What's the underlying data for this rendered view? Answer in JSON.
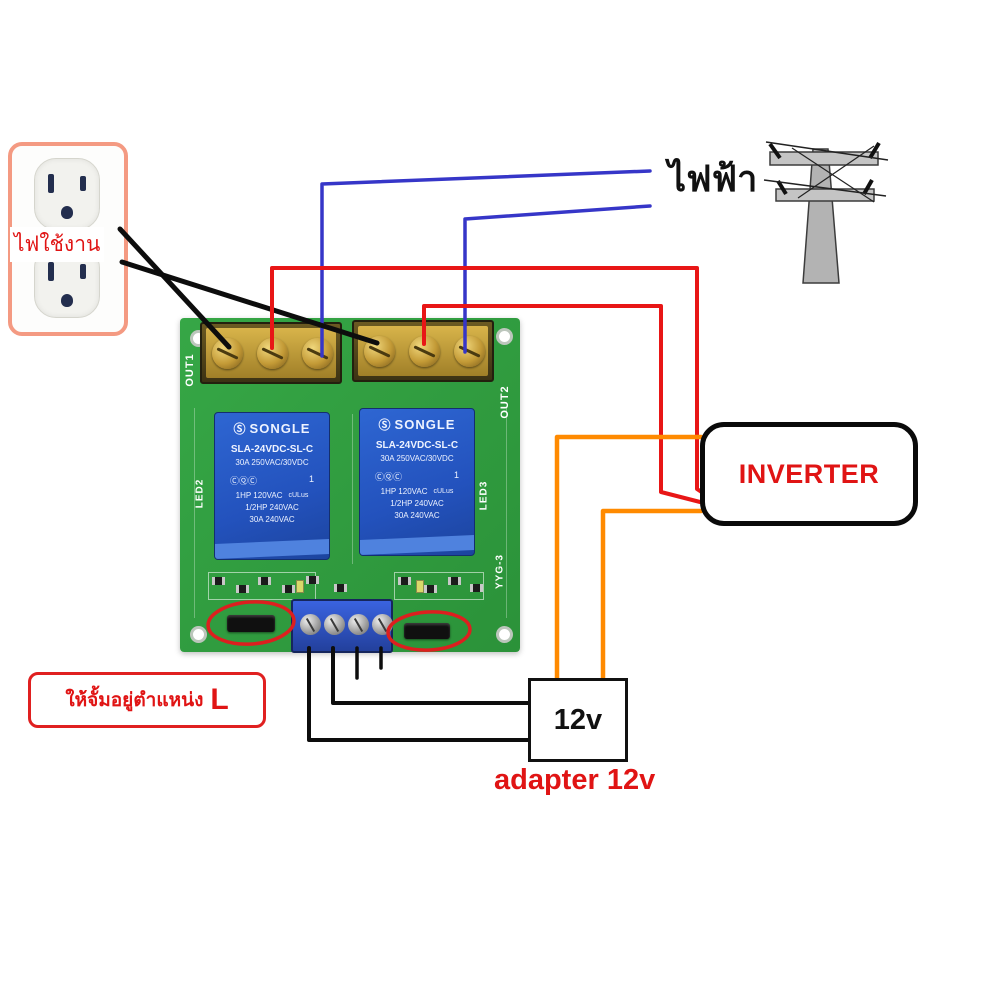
{
  "labels": {
    "outlet_caption": "ไฟใช้งาน",
    "grid_caption": "ไฟฟ้า",
    "inverter": "INVERTER",
    "adapter_box": "12v",
    "adapter_caption": "adapter 12v",
    "jumper_note": "ให้จั้มอยู่ตำแหน่ง",
    "jumper_note_highlight": "L"
  },
  "board": {
    "out1_label": "OUT1",
    "out2_label": "OUT2",
    "led_left_label": "LED2",
    "led_right_label": "LED3",
    "model_label": "YYG-3",
    "relay": {
      "logo_mark": "Ⓢ",
      "brand": "SONGLE",
      "model": "SLA-24VDC-SL-C",
      "rating_line1": "30A 250VAC/30VDC",
      "cert_mark": "ⒸⓆⒸ",
      "cert_num": "1",
      "rating_line2": "1HP 120VAC",
      "ul_mark": "cULus",
      "rating_line3": "1/2HP 240VAC",
      "rating_line4": "30A 240VAC"
    }
  },
  "colors": {
    "wire_black": "#0d0d0d",
    "wire_red": "#e81616",
    "wire_blue": "#3636c8",
    "wire_orange": "#ff8a00",
    "annotation_red": "#dd1f1f",
    "label_red": "#e01414",
    "pcb_green": "#2f9e3f",
    "relay_blue": "#2456c0"
  }
}
